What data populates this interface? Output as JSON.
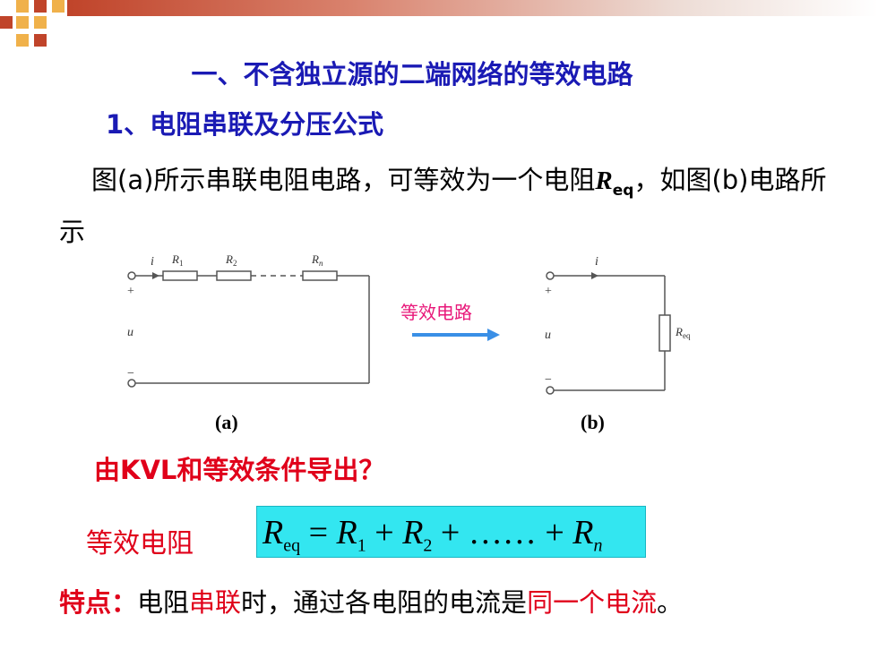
{
  "title": "一、不含独立源的二端网络的等效电路",
  "subtitle": "1、电阻串联及分压公式",
  "paragraph": {
    "text_before": "图(a)所示串联电阻电路，可等效为一个电阻",
    "req_symbol": "R",
    "req_subscript": "eq",
    "text_after": "，如图(b)电路所示"
  },
  "diagram": {
    "current_label": "i",
    "voltage_label": "u",
    "plus": "+",
    "minus": "−",
    "resistors_a": [
      {
        "symbol": "R",
        "sub": "1"
      },
      {
        "symbol": "R",
        "sub": "2"
      },
      {
        "symbol": "R",
        "sub": "n"
      }
    ],
    "resistor_b": {
      "symbol": "R",
      "sub": "eq"
    },
    "arrow_label": "等效电路",
    "caption_a": "(a)",
    "caption_b": "(b)"
  },
  "question": "由KVL和等效条件导出？",
  "equation_label": "等效电阻",
  "equation": {
    "lhs": "R",
    "lhs_sub": "eq",
    "equals": " = ",
    "t1": "R",
    "t1_sub": "1",
    "plus1": " + ",
    "t2": "R",
    "t2_sub": "2",
    "plus2": " + …… + ",
    "tn": "R",
    "tn_sub": "n"
  },
  "feature": {
    "label": "特点：",
    "p1": "电阻",
    "p2": "串联",
    "p3": "时，通过各电阻的电流是",
    "p4": "同一个电流",
    "p5": "。"
  },
  "colors": {
    "heading_blue": "#1a1ab4",
    "accent_red": "#e0001a",
    "arrow_pink": "#e8187a",
    "arrow_blue": "#3a8fe6",
    "equation_bg": "#33e6f0"
  }
}
